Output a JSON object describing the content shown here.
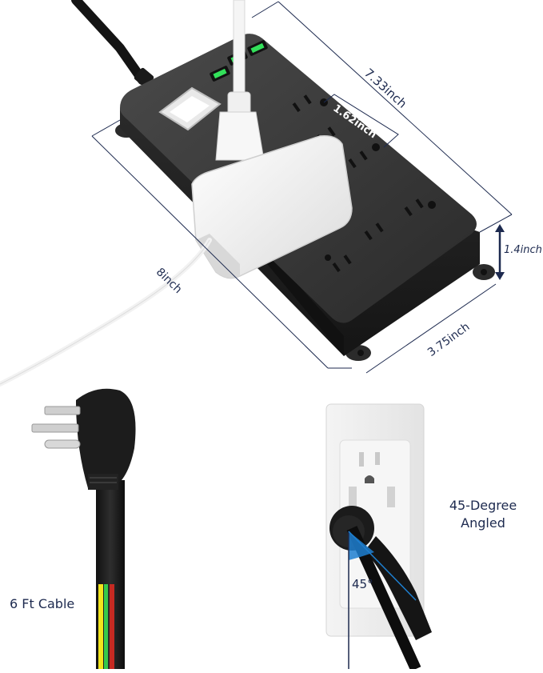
{
  "image": {
    "subject": "power strip product dimensions photo",
    "background_color": "#ffffff",
    "accent_color": "#1d2a4f",
    "highlight_color": "#1e7fd0"
  },
  "dimensions": {
    "length": "7.33inch",
    "outlet_spacing": "1.62inch",
    "height": "1.4inch",
    "width": "3.75inch",
    "adapter_clearance": "8inch"
  },
  "power_strip": {
    "usb_ports": 3,
    "ac_outlets": 8,
    "usb_led_color": "#33e05a",
    "body_color": "#2b2b2b"
  },
  "callouts": {
    "cable": "6 Ft Cable",
    "plug_angle_line1": "45-Degree",
    "plug_angle_line2": "Angled",
    "angle_value": "45°"
  },
  "cable_stripes": [
    "#f2e41c",
    "#35c94a",
    "#c62a22"
  ]
}
